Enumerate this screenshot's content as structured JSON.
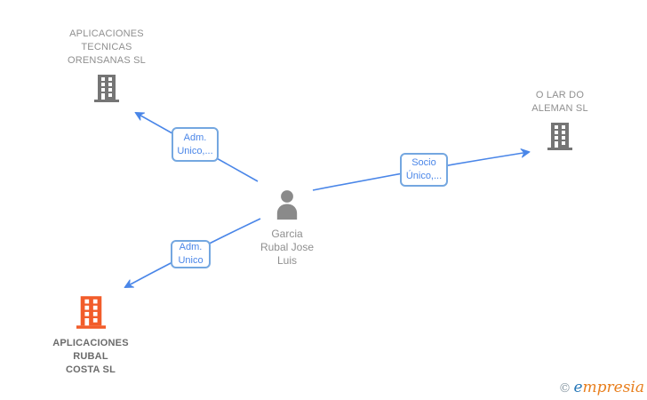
{
  "person": {
    "name": "Garcia\nRubal Jose\nLuis"
  },
  "companies": {
    "top_left": {
      "name": "APLICACIONES\nTECNICAS\nORENSANAS SL"
    },
    "right": {
      "name": "O LAR DO\nALEMAN SL"
    },
    "bottom_left": {
      "name": "APLICACIONES\nRUBAL\nCOSTA SL"
    }
  },
  "edges": {
    "top_left": {
      "label": "Adm.\nUnico,..."
    },
    "right": {
      "label": "Socio\nÚnico,..."
    },
    "bottom_left": {
      "label": "Adm.\nUnico"
    }
  },
  "watermark": {
    "copyright_symbol": "©",
    "brand_initial": "e",
    "brand_rest": "mpresia"
  },
  "colors": {
    "edge_blue": "#4a86e8",
    "label_border_blue": "#74a7e0",
    "icon_gray": "#757575",
    "text_gray": "#8f8f8f",
    "highlight_orange": "#f25c2a",
    "highlight_text_gray": "#6b6b6b",
    "watermark_blue": "#2878b8",
    "watermark_orange": "#e87f1e"
  }
}
